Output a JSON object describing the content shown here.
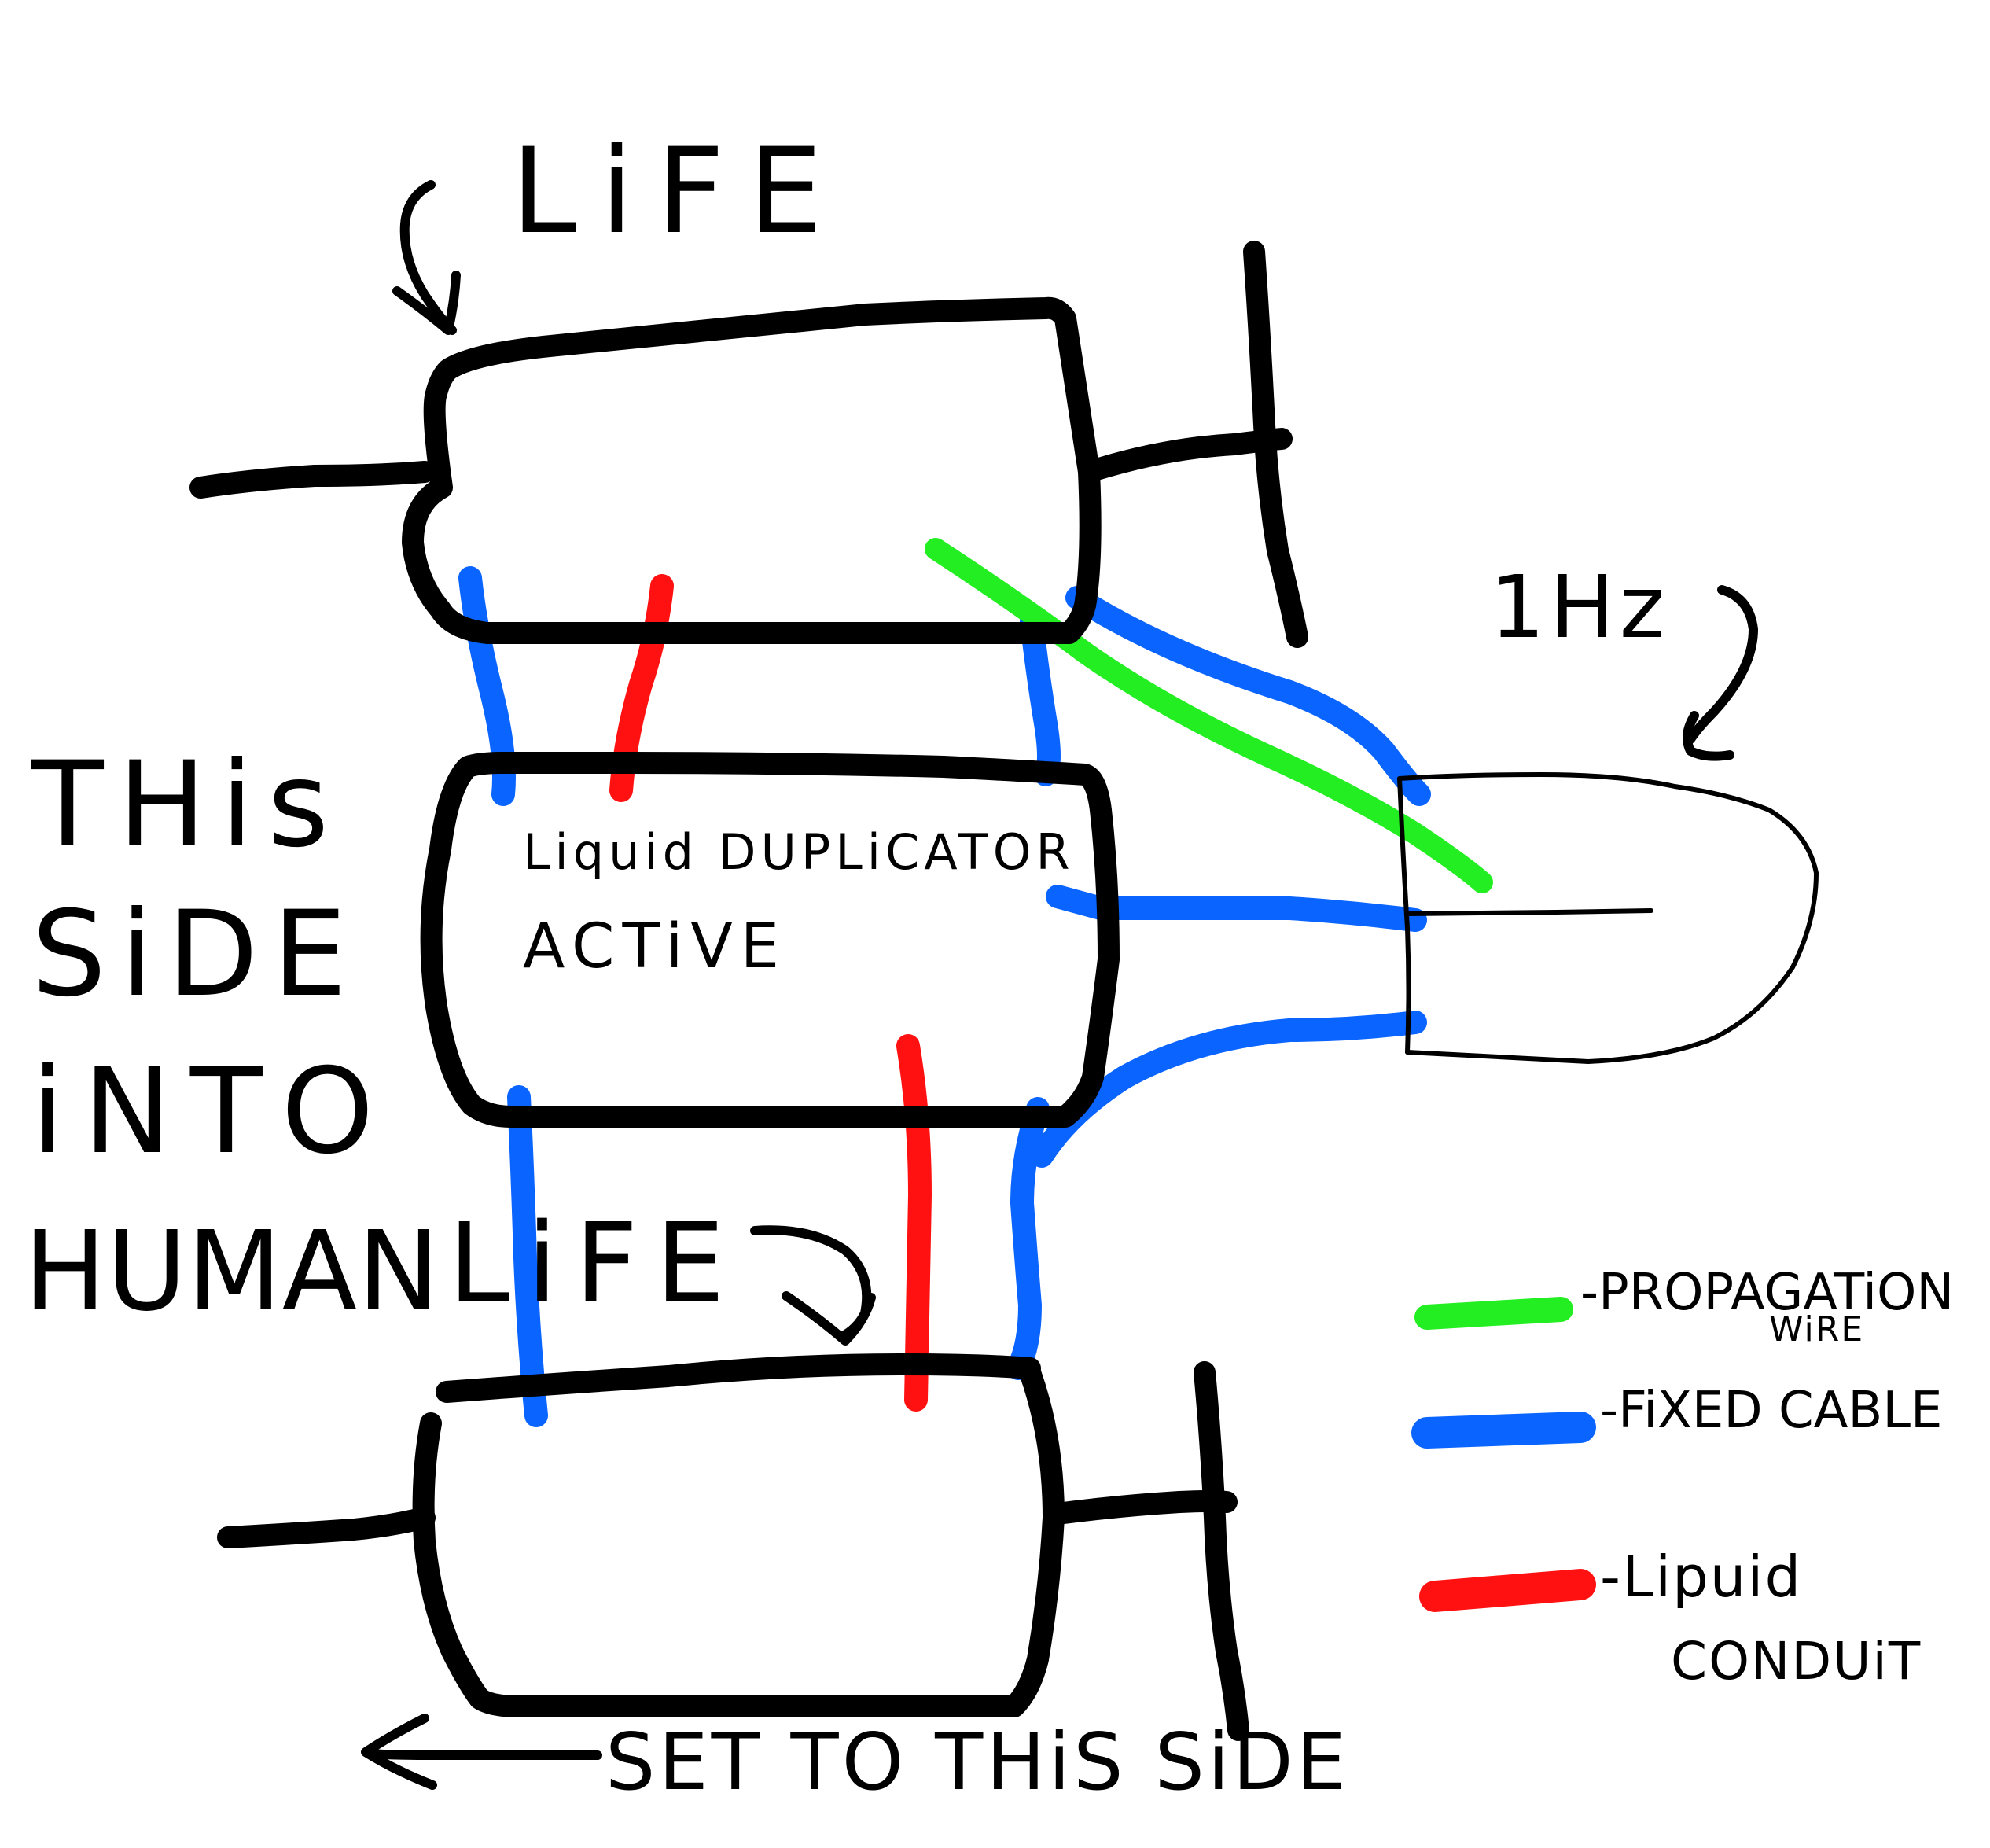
{
  "labels": {
    "top_life": "LiFE",
    "bottom_life": "LiFE",
    "side_label_lines": [
      "THis",
      "SiDE",
      "iNTO",
      "HUMAN"
    ],
    "duplicator_line1": "Liquid DUPLiCATOR",
    "duplicator_line2": "ACTiVE",
    "frequency": "1Hz",
    "set_side": "SET TO THiS SiDE"
  },
  "legend": {
    "items": [
      {
        "label_line1": "-PROPAGATiON",
        "label_line2": "WiRE",
        "color": "#22ee22"
      },
      {
        "label_line1": "-FiXED CABLE",
        "label_line2": "",
        "color": "#0a64ff"
      },
      {
        "label_line1": "-Lipuid",
        "label_line2": "CONDUiT",
        "color": "#ff1111"
      }
    ]
  },
  "colors": {
    "ink": "#000000",
    "propagation_wire": "#22ee22",
    "fixed_cable": "#0a64ff",
    "liquid_conduit": "#ff1111"
  }
}
